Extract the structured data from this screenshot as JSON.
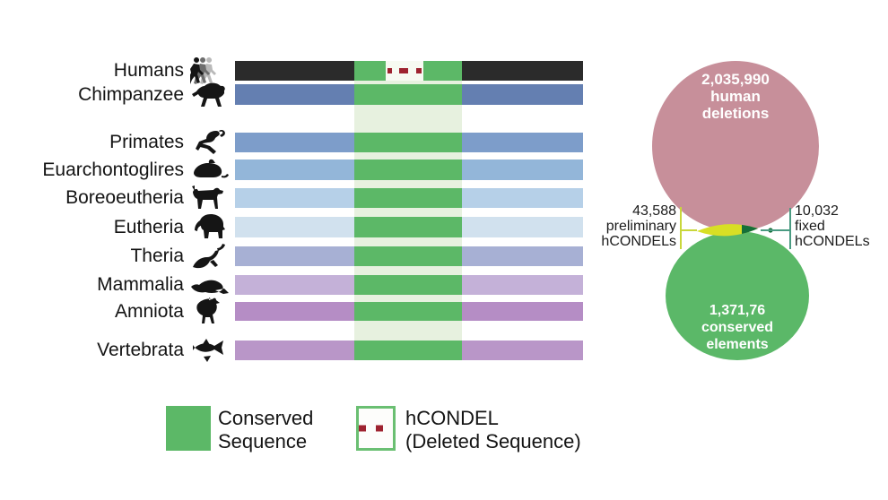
{
  "figure": {
    "species_rows": [
      {
        "label": "Humans",
        "icon": "humans",
        "bar_color": "#2b2b2b",
        "has_hcondel": true
      },
      {
        "label": "Chimpanzee",
        "icon": "chimpanzee",
        "bar_color": "#647fb1",
        "has_hcondel": false
      },
      {
        "label": "Primates",
        "icon": "monkey",
        "bar_color": "#7d9dca",
        "has_hcondel": false
      },
      {
        "label": "Euarchontoglires",
        "icon": "rodent",
        "bar_color": "#93b6d9",
        "has_hcondel": false
      },
      {
        "label": "Boreoeutheria",
        "icon": "dog",
        "bar_color": "#b6d0e8",
        "has_hcondel": false
      },
      {
        "label": "Eutheria",
        "icon": "elephant",
        "bar_color": "#d1e1ee",
        "has_hcondel": false
      },
      {
        "label": "Theria",
        "icon": "theria",
        "bar_color": "#a7b0d4",
        "has_hcondel": false
      },
      {
        "label": "Mammalia",
        "icon": "platypus",
        "bar_color": "#c4b1d8",
        "has_hcondel": false
      },
      {
        "label": "Amniota",
        "icon": "chicken",
        "bar_color": "#b58dc5",
        "has_hcondel": false
      },
      {
        "label": "Vertebrata",
        "icon": "fish",
        "bar_color": "#b996c8",
        "has_hcondel": false
      }
    ],
    "colors": {
      "conserved_green": "#5cb867",
      "conserved_column_tint": "#e7f1df",
      "hcondel_red": "#9e2330",
      "hcondel_gap_bg": "#f7faf2"
    }
  },
  "venn": {
    "top_circle": {
      "color": "#c78f9a",
      "lines": [
        "2,035,990",
        "human",
        "deletions"
      ]
    },
    "bottom_circle": {
      "color": "#5bb868",
      "lines": [
        "1,371,76",
        "conserved",
        "elements"
      ]
    },
    "left_callout": {
      "lines": [
        "43,588",
        "preliminary",
        "hCONDELs"
      ],
      "line_color": "#c9d73b",
      "patch_color": "#d8df25"
    },
    "right_callout": {
      "lines": [
        "10,032",
        "fixed",
        "hCONDELs"
      ],
      "line_color": "#4a9b82",
      "patch_color": "#156f39"
    }
  },
  "legend": {
    "conserved": {
      "lines": [
        "Conserved",
        "Sequence"
      ]
    },
    "hcondel": {
      "lines": [
        "hCONDEL",
        "(Deleted Sequence)"
      ]
    }
  }
}
